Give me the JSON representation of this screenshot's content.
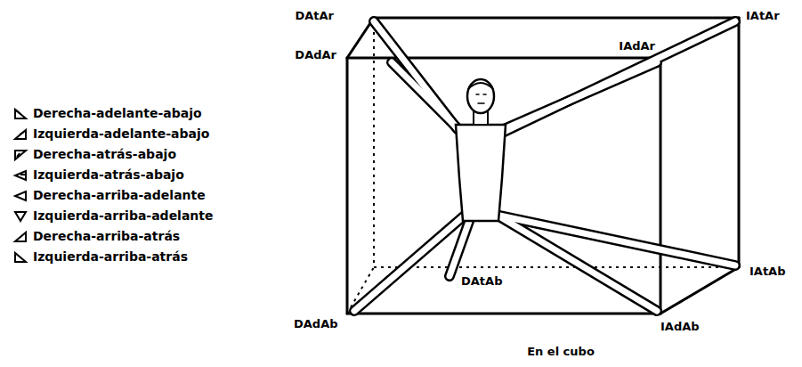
{
  "diagram": {
    "caption": "En el cubo",
    "labels": [
      "DAtAr",
      "DAdAr",
      "IAdAr",
      "IAtAr",
      "DAtAb",
      "DAdAb",
      "IAdAb",
      "IAtAb"
    ],
    "legend": [
      {
        "text": "Derecha-adelante-abajo"
      },
      {
        "text": "Izquierda-adelante-abajo"
      },
      {
        "text": "Derecha-atrás-abajo"
      },
      {
        "text": "Izquierda-atrás-abajo"
      },
      {
        "text": "Derecha-arriba-adelante"
      },
      {
        "text": "Izquierda-arriba-adelante"
      },
      {
        "text": "Derecha-arriba-atrás"
      },
      {
        "text": "Izquierda-arriba-atrás"
      }
    ]
  }
}
